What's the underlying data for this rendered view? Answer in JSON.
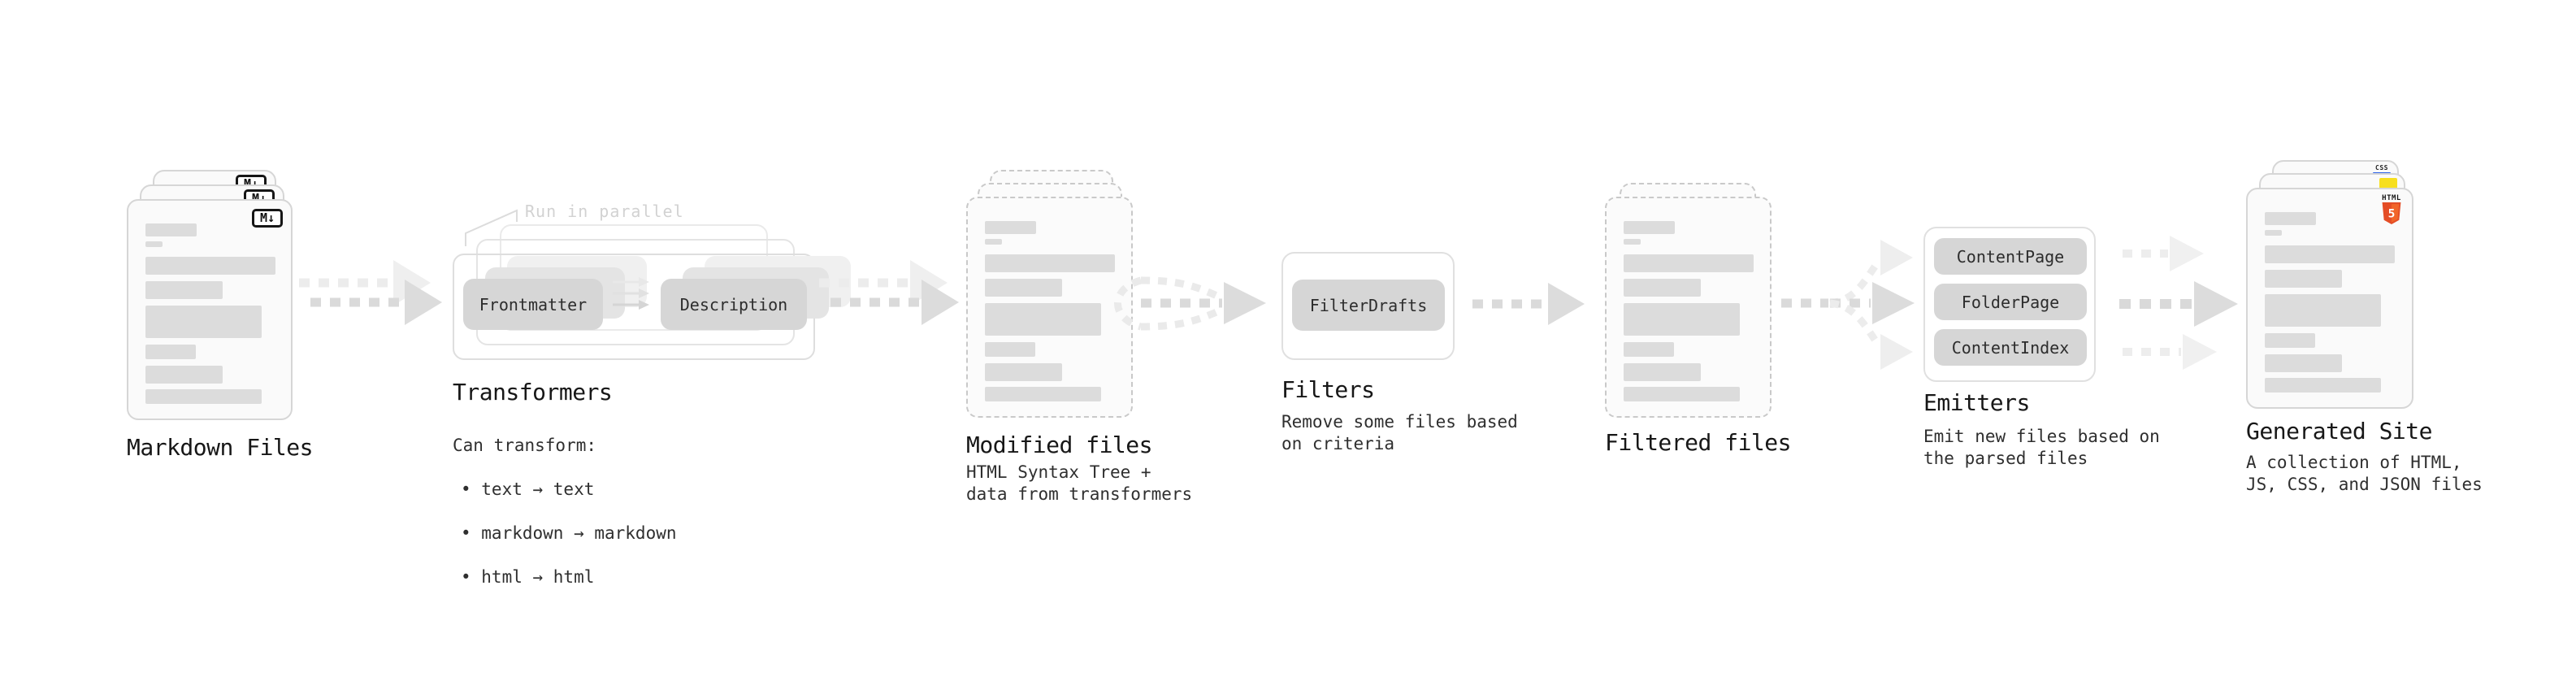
{
  "diagram": {
    "annotation_run_in_parallel": "Run in parallel",
    "stages": {
      "markdown_files": {
        "title": "Markdown Files",
        "badge": "M↓"
      },
      "transformers": {
        "title": "Transformers",
        "description_heading": "Can transform:",
        "bullets": [
          "• text → text",
          "• markdown → markdown",
          "• html → html"
        ],
        "transformer_buttons": [
          "Frontmatter",
          "Description"
        ]
      },
      "modified_files": {
        "title": "Modified files",
        "description": "HTML Syntax Tree +\ndata from transformers"
      },
      "filters": {
        "title": "Filters",
        "description": "Remove some files based\non criteria",
        "filter_buttons": [
          "FilterDrafts"
        ]
      },
      "filtered_files": {
        "title": "Filtered files"
      },
      "emitters": {
        "title": "Emitters",
        "description": "Emit new files based on\nthe parsed files",
        "emitter_buttons": [
          "ContentPage",
          "FolderPage",
          "ContentIndex"
        ]
      },
      "generated_site": {
        "title": "Generated Site",
        "description": "A collection of HTML,\nJS, CSS, and JSON files",
        "badges": {
          "html_label": "HTML",
          "html_number": "5",
          "css_label": "CSS"
        }
      }
    },
    "colors": {
      "html5_orange": "#e44d26",
      "html5_orange_light": "#f16529",
      "js_yellow": "#f7df1e",
      "css_blue": "#2d63e8",
      "arrow_gray": "#dadada",
      "arrow_ghost": "#ececec",
      "doc_bar_gray": "#dcdcdc"
    }
  }
}
